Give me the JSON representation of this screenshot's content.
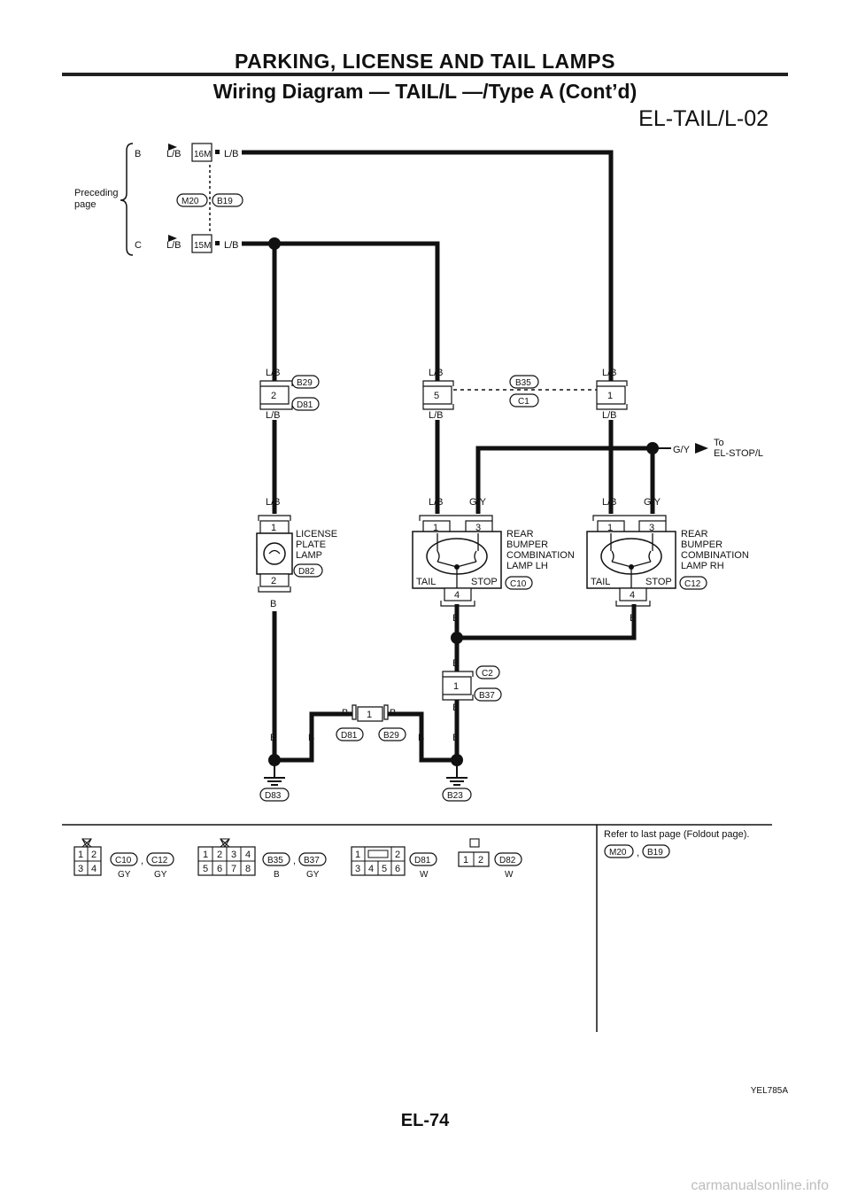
{
  "header": {
    "section_title": "PARKING, LICENSE AND TAIL LAMPS",
    "subtitle": "Wiring Diagram — TAIL/L —/Type A (Cont’d)",
    "diagram_code": "EL-TAIL/L-02"
  },
  "preceding": {
    "text_line1": "Preceding",
    "text_line2": "page",
    "arrow_b": "B",
    "arrow_c": "C",
    "wire_lb": "L/B",
    "conn_16m": "16M",
    "conn_15m": "15M",
    "m20": "M20",
    "b19": "B19"
  },
  "connectors": {
    "b29": "B29",
    "d81": "D81",
    "b35": "B35",
    "c1": "C1",
    "d82": "D82",
    "c10": "C10",
    "c12": "C12",
    "c2": "C2",
    "b37": "B37",
    "d83": "D83",
    "b23": "B23"
  },
  "pins": {
    "p1": "1",
    "p2": "2",
    "p3": "3",
    "p4": "4",
    "p5": "5"
  },
  "wires": {
    "lb": "L/B",
    "gy": "G/Y",
    "b": "B"
  },
  "components": {
    "license_l1": "LICENSE",
    "license_l2": "PLATE",
    "license_l3": "LAMP",
    "rear_l1": "REAR",
    "rear_l2": "BUMPER",
    "rear_l3": "COMBINATION",
    "rear_lh": "LAMP LH",
    "rear_rh": "LAMP RH",
    "tail": "TAIL",
    "stop": "STOP",
    "to_l1": "To",
    "to_l2": "EL-STOP/L"
  },
  "connector_views": {
    "c10": "C10",
    "c12": "C12",
    "gy": "GY",
    "b35": "B35",
    "b37": "B37",
    "b": "B",
    "d81": "D81",
    "d82": "D82",
    "w": "W",
    "comma": ",",
    "pins_4": [
      "1",
      "2",
      "3",
      "4"
    ],
    "pins_8": [
      "1",
      "2",
      "3",
      "4",
      "5",
      "6",
      "7",
      "8"
    ],
    "pins_6": [
      "1",
      "2",
      "3",
      "4",
      "5",
      "6"
    ],
    "pins_2": [
      "1",
      "2"
    ]
  },
  "reference": {
    "note": "Refer to last page (Foldout page).",
    "m20": "M20",
    "b19": "B19"
  },
  "footer": {
    "figure_id": "YEL785A",
    "page_number": "EL-74",
    "watermark": "carmanualsonline.info"
  }
}
